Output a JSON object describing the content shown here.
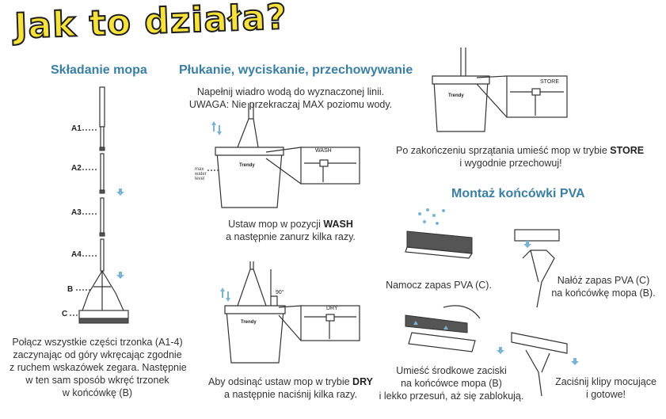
{
  "title": "Jak to działa?",
  "sections": {
    "assembly": "Składanie mopa",
    "rinse": "Płukanie, wyciskanie, przechowywanie",
    "pva": "Montaż końcówki PVA"
  },
  "mop_labels": [
    "A1",
    "A2",
    "A3",
    "A4",
    "B",
    "C"
  ],
  "captions": {
    "assembly": [
      "Połącz wszystkie części trzonka (A1-4)",
      "zaczynając od góry wkręcając zgodnie",
      "z ruchem wskazówek zegara. Następnie",
      "w ten sam sposób wkręć trzonek",
      "w końcówkę (B)"
    ],
    "fill_1": "Napełnij wiadro wodą do wyznaczonej linii.",
    "fill_2": "UWAGA: Nie przekraczaj MAX poziomu wody.",
    "wash_pre": "Ustaw mop w pozycji ",
    "wash_bold": "WASH",
    "wash_2": "a następnie zanurz kilka razy.",
    "dry_pre": "Aby odsinąć ustaw mop w trybie ",
    "dry_bold": "DRY",
    "dry_2": "a następnie naciśnij kilka razy.",
    "store_pre": "Po zakończeniu sprzątania umieść mop w trybie ",
    "store_bold": "STORE",
    "store_2": "i wygodnie przechowuj!",
    "pva_1": "Namocz zapas PVA (C).",
    "pva_2a": "Nałóż zapas PVA (C)",
    "pva_2b": "na końcówkę mopa (B).",
    "pva_3a": "Umieść środkowe zaciski",
    "pva_3b": "na końcówce mopa (B)",
    "pva_3c": "i lekko przesuń, aż się zablokują.",
    "pva_4a": "Zaciśnij klipy mocujące",
    "pva_4b": "i gotowe!"
  },
  "diagram_labels": {
    "wash": "WASH",
    "dry": "DRY",
    "store": "STORE",
    "angle": "90°",
    "max_water": [
      "max",
      "water",
      "level"
    ],
    "brand": "Trendy"
  }
}
